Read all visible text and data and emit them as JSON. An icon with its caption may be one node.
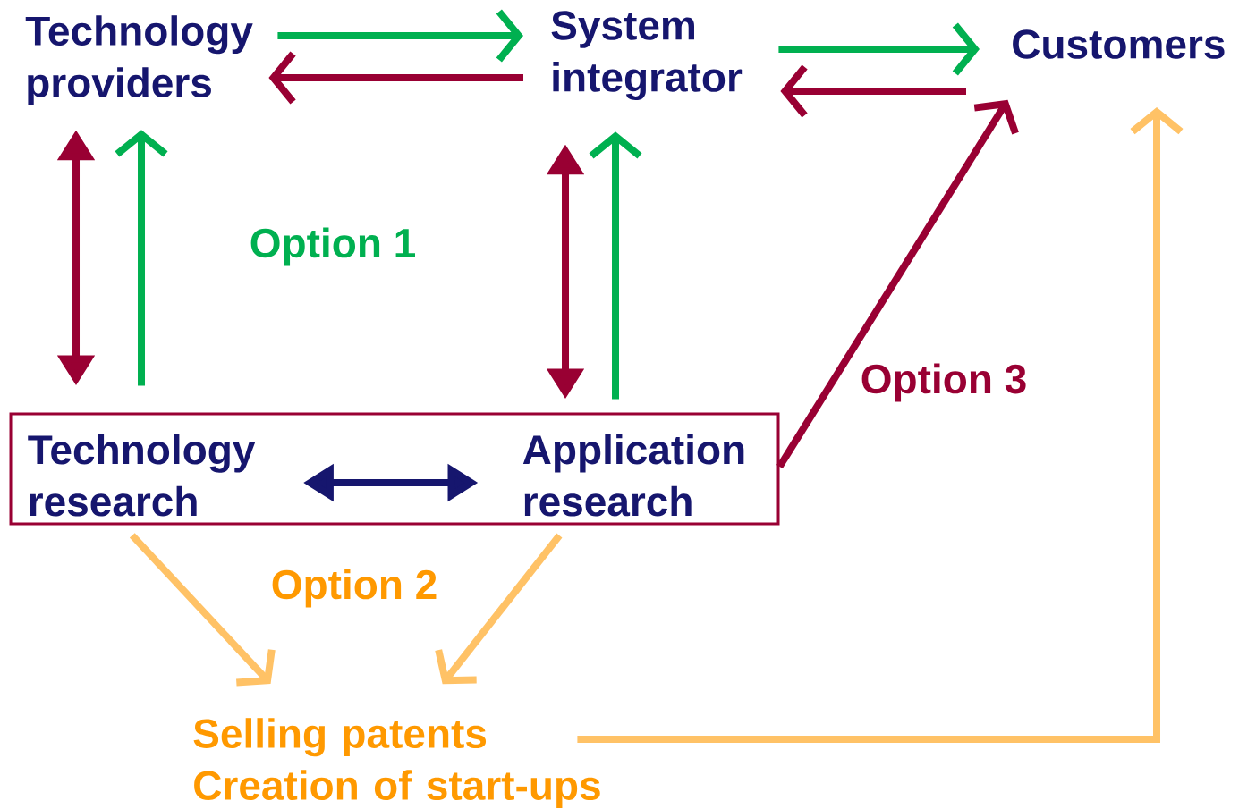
{
  "diagram": {
    "nodes": [
      {
        "text": [
          "Technology providers"
        ]
      },
      {
        "text": [
          "System integrator"
        ]
      },
      {
        "text": [
          "Customers"
        ]
      },
      {
        "text": [],
        "shape": "box"
      },
      {
        "text": [
          "Technology research"
        ],
        "in": 3
      },
      {
        "text": [
          "Application research"
        ],
        "in": 3
      },
      {
        "text": [
          "Selling patents",
          "Creation of start-ups"
        ]
      }
    ],
    "edges": [
      {
        "from": 0,
        "to": 1,
        "arrow": "to",
        "color": "#00b050"
      },
      {
        "from": 1,
        "to": 0,
        "arrow": "to"
      },
      {
        "from": 1,
        "to": 2,
        "arrow": "to",
        "color": "#00b050"
      },
      {
        "from": 2,
        "to": 1,
        "arrow": "to"
      },
      {
        "from": 4,
        "to": 0,
        "arrow": "both"
      },
      {
        "from": 4,
        "to": 0,
        "arrow": "to",
        "color": "#00b050"
      },
      {
        "from": 5,
        "to": 1,
        "arrow": "both"
      },
      {
        "from": 5,
        "to": 1,
        "arrow": "to",
        "color": "#00b050"
      },
      {
        "from": 4,
        "to": 5,
        "arrow": "both",
        "color": "#16166e"
      },
      {
        "from": 3,
        "to": 2,
        "arrow": "to"
      },
      {
        "from": 4,
        "to": 6,
        "arrow": "to",
        "color": "#ffc266"
      },
      {
        "from": 5,
        "to": 6,
        "arrow": "to",
        "color": "#ffc266"
      },
      {
        "from": 6,
        "to": 2,
        "arrow": "to",
        "color": "#ffc266"
      }
    ],
    "labels": [
      "Option 1",
      "Option 2",
      "Option 3"
    ]
  }
}
